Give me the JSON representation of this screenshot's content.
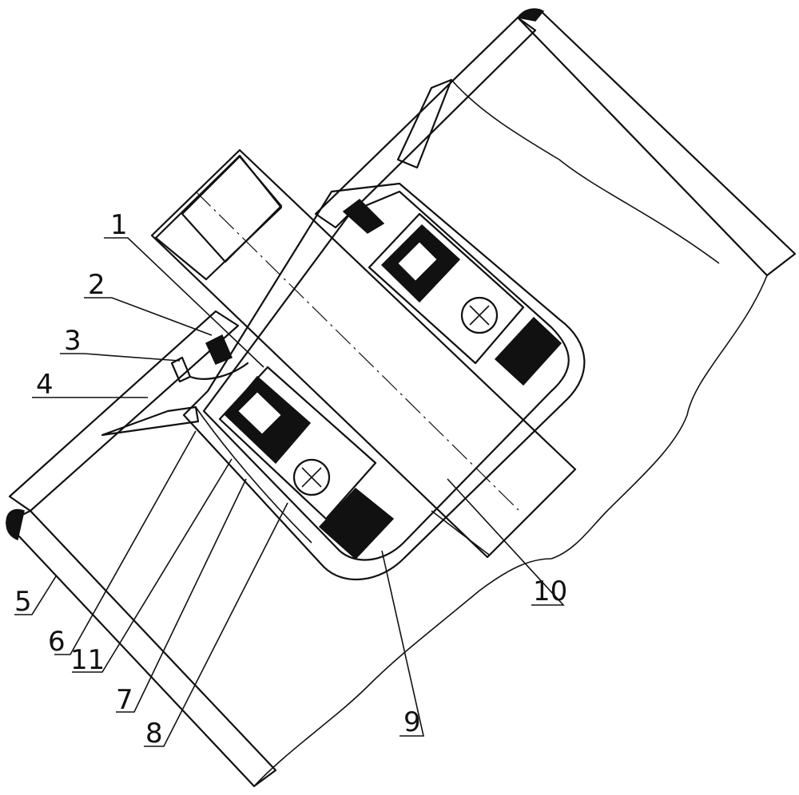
{
  "labels": [
    {
      "id": "1",
      "text": "1"
    },
    {
      "id": "2",
      "text": "2"
    },
    {
      "id": "3",
      "text": "3"
    },
    {
      "id": "4",
      "text": "4"
    },
    {
      "id": "5",
      "text": "5"
    },
    {
      "id": "6",
      "text": "6"
    },
    {
      "id": "11",
      "text": "11"
    },
    {
      "id": "7",
      "text": "7"
    },
    {
      "id": "8",
      "text": "8"
    },
    {
      "id": "9",
      "text": "9"
    },
    {
      "id": "10",
      "text": "10"
    }
  ]
}
